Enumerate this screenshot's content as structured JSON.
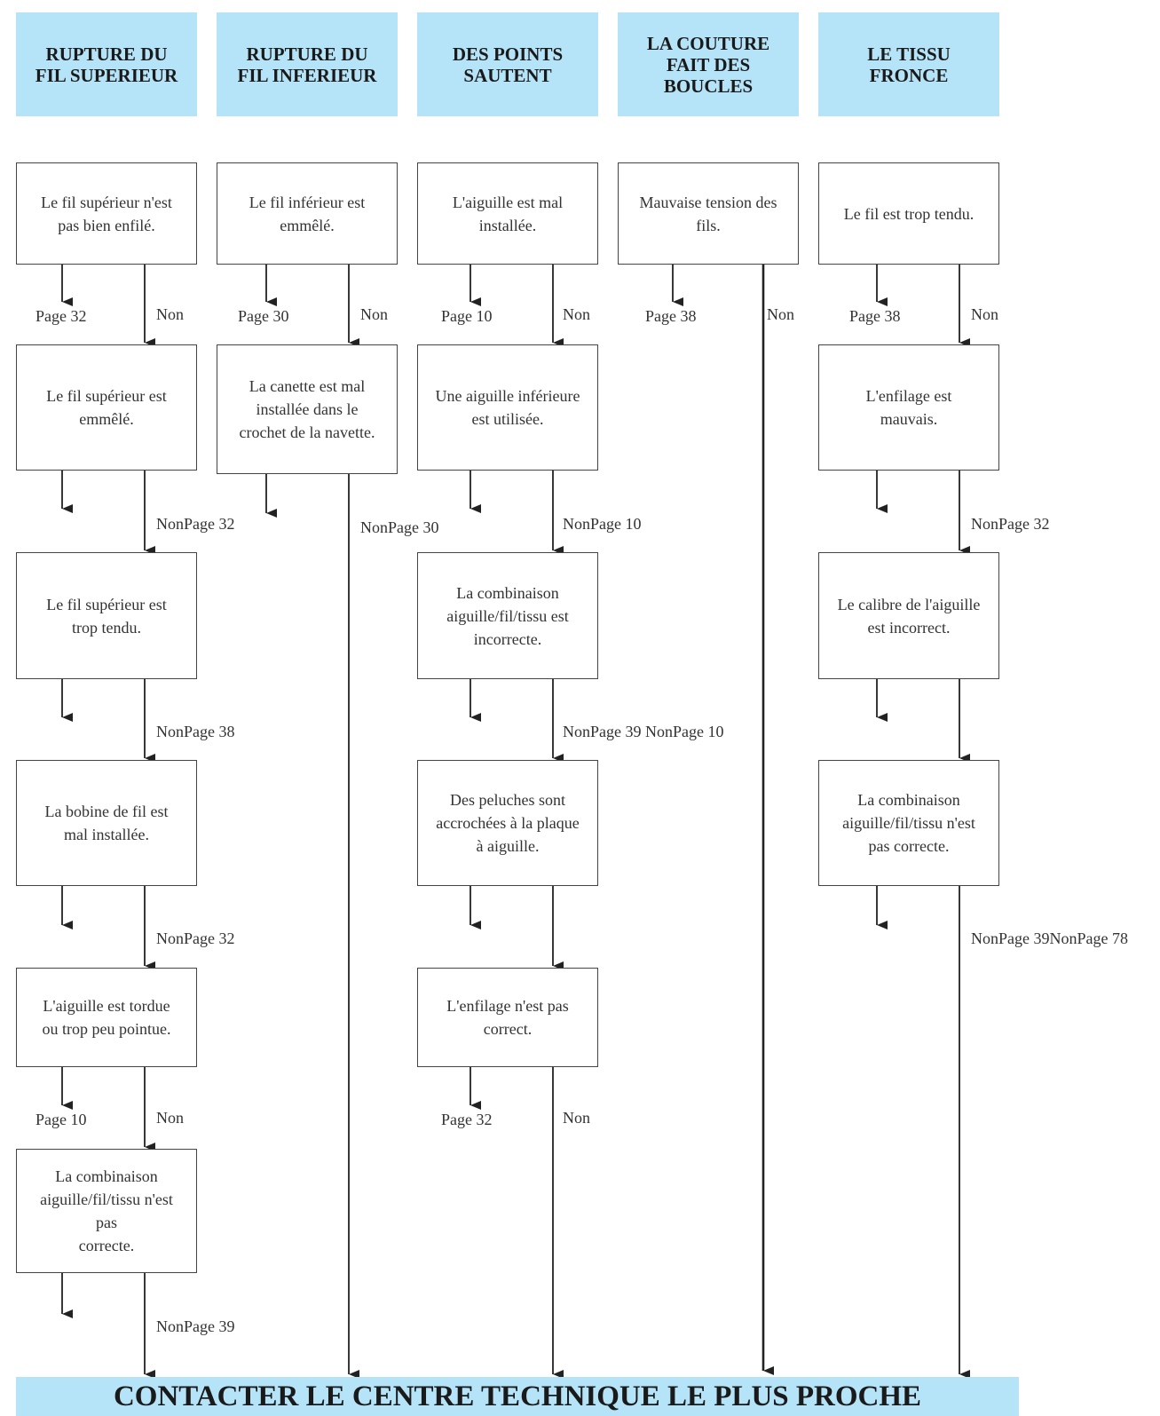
{
  "columns": [
    {
      "header": "RUPTURE DU\nFIL SUPERIEUR",
      "boxes": [
        "Le fil supérieur n'est\npas bien enfilé.",
        "Le fil supérieur est\nemmêlé.",
        "Le fil supérieur est\ntrop tendu.",
        "La bobine de fil est\nmal installée.",
        "L'aiguille est tordue\nou trop peu pointue.",
        "La combinaison\naiguille/fil/tissu n'est\npas\ncorrecte."
      ],
      "labels": [
        "Page 32",
        "Non",
        "NonPage 32",
        "NonPage 38",
        "NonPage 32",
        "Page 10",
        "Non",
        "NonPage 39"
      ]
    },
    {
      "header": "RUPTURE DU\nFIL INFERIEUR",
      "boxes": [
        "Le fil inférieur est\nemmêlé.",
        "La canette est mal\ninstallée dans le\ncrochet de la navette."
      ],
      "labels": [
        "Page 30",
        "Non",
        "NonPage 30"
      ]
    },
    {
      "header": "DES POINTS\nSAUTENT",
      "boxes": [
        "L'aiguille est mal\ninstallée.",
        "Une aiguille inférieure\nest utilisée.",
        "La combinaison\naiguille/fil/tissu est\nincorrecte.",
        "Des peluches sont\naccrochées à la plaque\nà aiguille.",
        "L'enfilage n'est pas\ncorrect."
      ],
      "labels": [
        "Page 10",
        "Non",
        "NonPage 10",
        "NonPage 39 NonPage 10",
        "Page 32",
        "Non"
      ]
    },
    {
      "header": "LA COUTURE\nFAIT DES\nBOUCLES",
      "boxes": [
        "Mauvaise tension des\nfils."
      ],
      "labels": [
        "Page 38",
        "Non"
      ]
    },
    {
      "header": "LE TISSU\nFRONCE",
      "boxes": [
        "Le fil est trop tendu.",
        "L'enfilage est\nmauvais.",
        "Le calibre de l'aiguille\nest incorrect.",
        "La combinaison\naiguille/fil/tissu n'est\npas correcte."
      ],
      "labels": [
        "Page 38",
        "Non",
        "NonPage 32",
        "NonPage 39NonPage 78"
      ]
    }
  ],
  "footer": "CONTACTER LE CENTRE TECHNIQUE LE PLUS PROCHE",
  "colors": {
    "header_bg": "#b5e3f7",
    "line": "#222222"
  }
}
